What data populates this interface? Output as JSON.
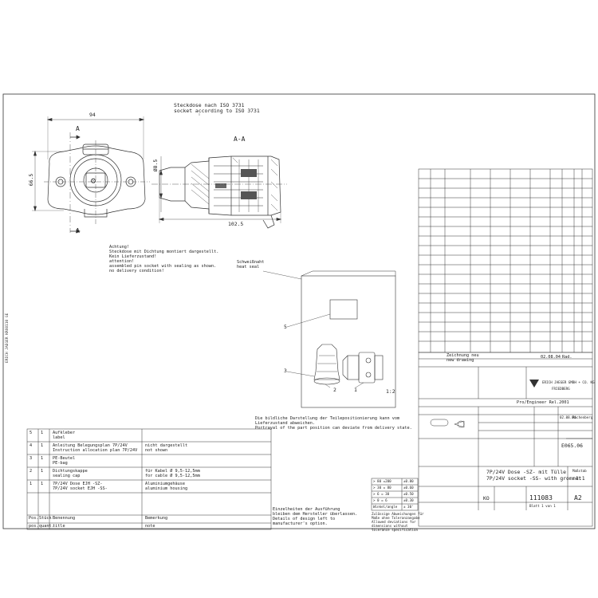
{
  "header": {
    "title_de": "Steckdose nach ISO 3731",
    "title_en": "socket according to ISO 3731"
  },
  "drawing": {
    "section_label": "A-A",
    "section_marker": "A",
    "dim_width": "94",
    "dim_height": "66.5",
    "dim_diameter": "Ø8.5",
    "dim_length": "102.5"
  },
  "notes": {
    "lines": [
      "Achtung!",
      "Steckdose mit Dichtung montiert dargestellt.",
      "Kein Lieferzustand!",
      "attention!",
      "assembled pin socket with sealing as shown.",
      "no delivery condition!"
    ],
    "seal_de": "Schweißnaht",
    "seal_en": "heat seal",
    "position_note_lines": [
      "Die bildliche Darstellung der Teilepositionierung kann vom",
      "Lieferzustand abweichen.",
      "Portrayal of the part position can deviate from delivery state."
    ],
    "design_note_lines": [
      "Einzelheiten der Ausführung",
      "bleiben dem Hersteller überlassen.",
      "Details of design left to",
      "manufacturer's option."
    ]
  },
  "detail": {
    "callout_5": "5",
    "callout_3": "3",
    "callout_2": "2",
    "callout_1": "1",
    "scale": "1:2"
  },
  "bom": {
    "rows": [
      {
        "pos": "5",
        "qty": "1",
        "desc_de": "Aufkleber",
        "desc_en": "label",
        "note_de": "",
        "note_en": ""
      },
      {
        "pos": "4",
        "qty": "1",
        "desc_de": "Anleitung Belegungsplan 7P/24V",
        "desc_en": "Instruction allocation plan 7P/24V",
        "note_de": "nicht dargestellt",
        "note_en": "not shown"
      },
      {
        "pos": "3",
        "qty": "1",
        "desc_de": "PE-Beutel",
        "desc_en": "PE-bag",
        "note_de": "",
        "note_en": ""
      },
      {
        "pos": "2",
        "qty": "1",
        "desc_de": "Dichtungskappe",
        "desc_en": "sealing cap",
        "note_de": "für Kabel Ø 9,5-12,5mm",
        "note_en": "for cable Ø 9,5-12,5mm"
      },
      {
        "pos": "1",
        "qty": "1",
        "desc_de": "7P/24V Dose EJH -SZ-",
        "desc_en": "7P/24V socket EJH -SS-",
        "note_de": "Aluminiumgehäuse",
        "note_en": "aluminium housing"
      }
    ],
    "header": {
      "pos_de": "Pos.",
      "pos_en": "pos.",
      "qty_de": "Stück",
      "qty_en": "quant.",
      "desc_de": "Benennung",
      "desc_en": "title",
      "note_de": "Bemerkung",
      "note_en": "note"
    }
  },
  "tolerances": {
    "rows": [
      {
        "range": "> 80 =200",
        "value": "±0.80"
      },
      {
        "range": "> 30 = 80",
        "value": "±0.60"
      },
      {
        "range": "> 6 = 30",
        "value": "±0.50"
      },
      {
        "range": "> 0 = 6",
        "value": "±0.30"
      },
      {
        "range": "Winkel/angle",
        "value": "± 30'"
      }
    ],
    "note_lines": [
      "Zulässige Abweichungen für",
      "Maße ohne Toleranzangabe",
      "Allowed deviations for",
      "dimensions without",
      "tolerance specification"
    ]
  },
  "revision": {
    "entry_de": "Zeichnung neu",
    "entry_en": "new drawing",
    "date": "02.08.04",
    "initials": "Rad."
  },
  "title_block": {
    "company": "ERICH JAEGER GMBH + CO. KG",
    "city": "FRIEDBERG",
    "project": "Pro/Engineer Rel.2001",
    "drawn_date": "02.08.04",
    "drawn_by": "Rachenberg",
    "scale_label": "Maßstab",
    "scale": "1:1",
    "sheet_format": "A2",
    "title_de": "7P/24V Dose -SZ- mit Tülle",
    "title_en": "7P/24V socket -SS- with grommet",
    "drawing_no": "111083",
    "code": "KO",
    "iso_ref": "E065.06",
    "sheet_info": "Blatt 1 von 1"
  },
  "side_text": "ERICH JAEGER KR60110 GE"
}
